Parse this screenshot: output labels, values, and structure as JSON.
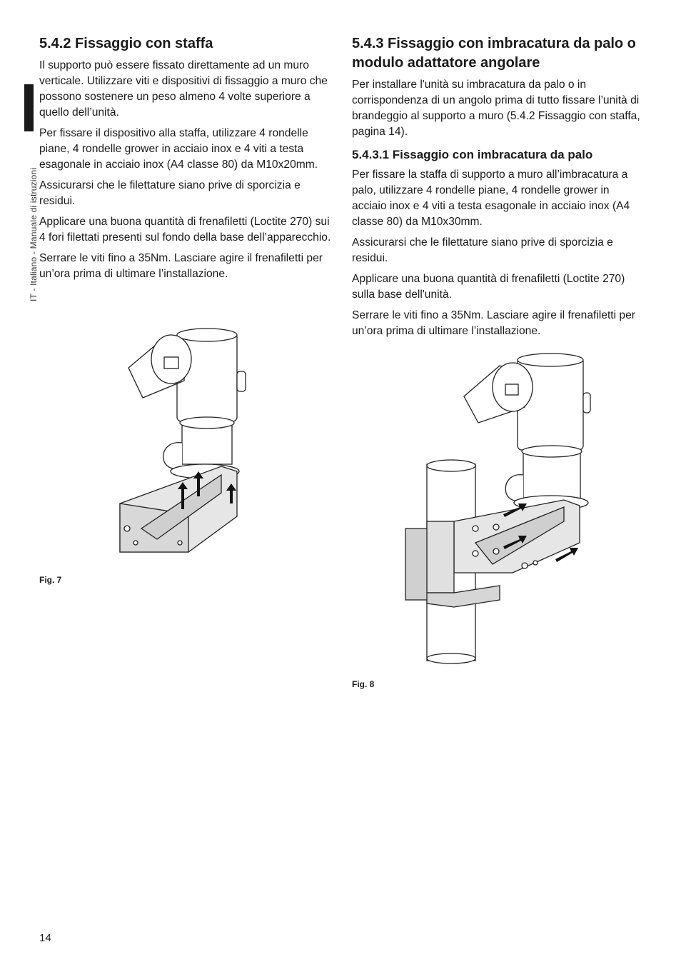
{
  "sidebar": {
    "label": "IT - Italiano - Manuale di istruzioni"
  },
  "left": {
    "heading": "5.4.2 Fissaggio con staffa",
    "paragraphs": [
      "Il supporto può essere fissato direttamente ad un muro verticale. Utilizzare viti e dispositivi di fissaggio a muro che possono sostenere un peso almeno 4 volte superiore a quello dell’unità.",
      "Per fissare il dispositivo alla staffa, utilizzare 4 rondelle piane, 4 rondelle grower in acciaio inox e 4 viti a testa esagonale in acciaio inox (A4 classe 80) da M10x20mm.",
      "Assicurarsi che le filettature siano prive di sporcizia e residui.",
      "Applicare una buona quantità di frenafiletti (Loctite 270) sui 4 fori filettati presenti sul fondo della base dell’apparecchio.",
      "Serrare le viti fino a 35Nm. Lasciare agire il frenafiletti per un’ora prima di ultimare l’installazione."
    ],
    "figure_label": "Fig. 7"
  },
  "right": {
    "heading": "5.4.3 Fissaggio con imbracatura da palo o modulo adattatore angolare",
    "intro": "Per installare l'unità su imbracatura da palo o in corrispondenza di un angolo prima di tutto fissare l’unità di brandeggio al supporto a muro (5.4.2 Fissaggio con staffa, pagina 14).",
    "subheading": "5.4.3.1 Fissaggio con imbracatura da palo",
    "paragraphs": [
      "Per fissare la staffa di supporto a muro all’imbracatura a palo, utilizzare 4 rondelle piane, 4 rondelle grower in acciaio inox e 4 viti a testa esagonale in acciaio inox (A4 classe 80) da M10x30mm.",
      "Assicurarsi che le filettature siano prive di sporcizia e residui.",
      "Applicare una buona quantità di frenafiletti (Loctite 270) sulla base dell'unità.",
      "Serrare le viti fino a 35Nm. Lasciare agire il frenafiletti per un’ora prima di ultimare l’installazione."
    ],
    "figure_label": "Fig. 8"
  },
  "footer": {
    "page_number": "14"
  }
}
